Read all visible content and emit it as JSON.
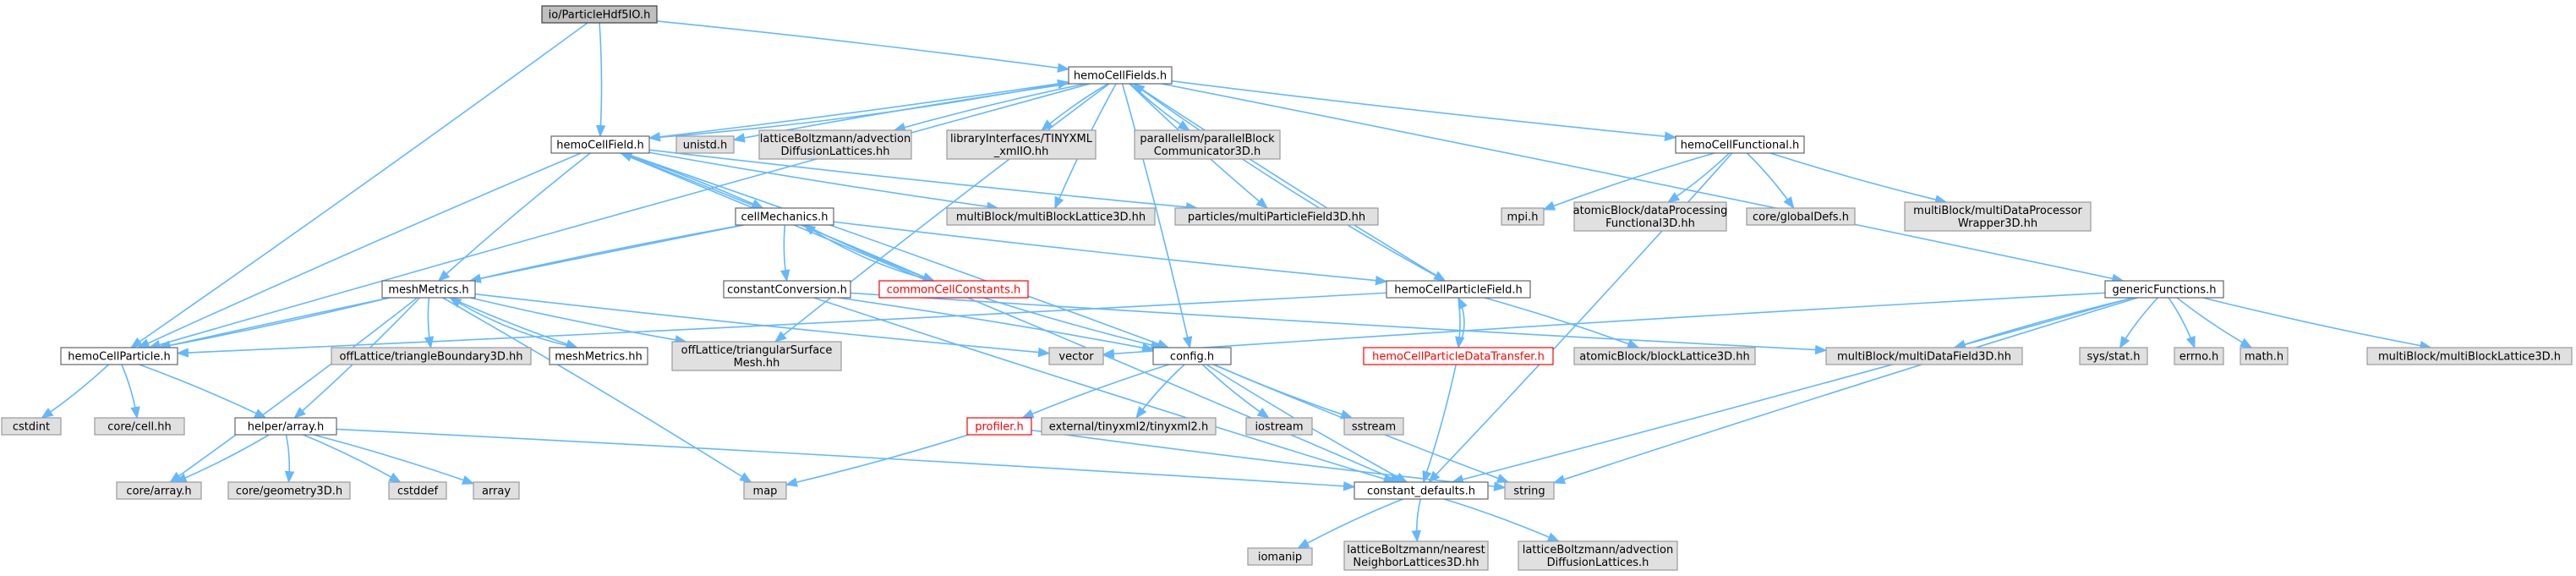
{
  "graph": {
    "colors": {
      "edge": "#63b8ff",
      "root_fill": "#bfbfbf",
      "root_stroke": "#404040",
      "doc_fill": "#ffffff",
      "doc_stroke": "#666666",
      "ext_fill": "#e0e0e0",
      "ext_stroke": "#999999",
      "red_stroke": "#ff0000",
      "red_text": "#ff0000",
      "text": "#000000"
    },
    "nodes": [
      {
        "id": "root",
        "lines": [
          "io/ParticleHdf5IO.h"
        ],
        "style": "root"
      },
      {
        "id": "hemoCellFields",
        "lines": [
          "hemoCellFields.h"
        ],
        "style": "doc"
      },
      {
        "id": "hemoCellField",
        "lines": [
          "hemoCellField.h"
        ],
        "style": "doc"
      },
      {
        "id": "unistd",
        "lines": [
          "unistd.h"
        ],
        "style": "ext"
      },
      {
        "id": "latticeBoltzmannAdvDiff",
        "lines": [
          "latticeBoltzmann/advection",
          "DiffusionLattices.hh"
        ],
        "style": "ext"
      },
      {
        "id": "tinyxmlIO",
        "lines": [
          "libraryInterfaces/TINYXML",
          "_xmlIO.hh"
        ],
        "style": "ext"
      },
      {
        "id": "parallelBlock",
        "lines": [
          "parallelism/parallelBlock",
          "Communicator3D.h"
        ],
        "style": "ext"
      },
      {
        "id": "hemoCellFunctional",
        "lines": [
          "hemoCellFunctional.h"
        ],
        "style": "doc"
      },
      {
        "id": "mpi",
        "lines": [
          "mpi.h"
        ],
        "style": "ext"
      },
      {
        "id": "atomicDataProcessing",
        "lines": [
          "atomicBlock/dataProcessing",
          "Functional3D.hh"
        ],
        "style": "ext"
      },
      {
        "id": "globalDefs",
        "lines": [
          "core/globalDefs.h"
        ],
        "style": "ext"
      },
      {
        "id": "multiDataProcessor",
        "lines": [
          "multiBlock/multiDataProcessor",
          "Wrapper3D.hh"
        ],
        "style": "ext"
      },
      {
        "id": "genericFunctions",
        "lines": [
          "genericFunctions.h"
        ],
        "style": "doc"
      },
      {
        "id": "multiBlockLattice3Dhh",
        "lines": [
          "multiBlock/multiBlockLattice3D.hh"
        ],
        "style": "ext"
      },
      {
        "id": "multiParticleField",
        "lines": [
          "particles/multiParticleField3D.hh"
        ],
        "style": "ext"
      },
      {
        "id": "cellMechanics",
        "lines": [
          "cellMechanics.h"
        ],
        "style": "doc"
      },
      {
        "id": "constantConversion",
        "lines": [
          "constantConversion.h"
        ],
        "style": "doc"
      },
      {
        "id": "commonCellConstants",
        "lines": [
          "commonCellConstants.h"
        ],
        "style": "red"
      },
      {
        "id": "meshMetrics",
        "lines": [
          "meshMetrics.h"
        ],
        "style": "doc"
      },
      {
        "id": "hemoCellParticleField",
        "lines": [
          "hemoCellParticleField.h"
        ],
        "style": "doc"
      },
      {
        "id": "hemoCellParticleDataTransfer",
        "lines": [
          "hemoCellParticleDataTransfer.h"
        ],
        "style": "red"
      },
      {
        "id": "atomicBlockLattice",
        "lines": [
          "atomicBlock/blockLattice3D.hh"
        ],
        "style": "ext"
      },
      {
        "id": "multiDataField",
        "lines": [
          "multiBlock/multiDataField3D.hh"
        ],
        "style": "ext"
      },
      {
        "id": "sysstat",
        "lines": [
          "sys/stat.h"
        ],
        "style": "ext"
      },
      {
        "id": "errno",
        "lines": [
          "errno.h"
        ],
        "style": "ext"
      },
      {
        "id": "math",
        "lines": [
          "math.h"
        ],
        "style": "ext"
      },
      {
        "id": "multiBlockLattice3Dh",
        "lines": [
          "multiBlock/multiBlockLattice3D.h"
        ],
        "style": "ext"
      },
      {
        "id": "hemoCellParticle",
        "lines": [
          "hemoCellParticle.h"
        ],
        "style": "doc"
      },
      {
        "id": "offLatticeTriangleBoundary",
        "lines": [
          "offLattice/triangleBoundary3D.hh"
        ],
        "style": "ext"
      },
      {
        "id": "meshMetricsHH",
        "lines": [
          "meshMetrics.hh"
        ],
        "style": "doc"
      },
      {
        "id": "offLatticeTriangularSurface",
        "lines": [
          "offLattice/triangularSurface",
          "Mesh.hh"
        ],
        "style": "ext"
      },
      {
        "id": "vector",
        "lines": [
          "vector"
        ],
        "style": "ext"
      },
      {
        "id": "config",
        "lines": [
          "config.h"
        ],
        "style": "doc"
      },
      {
        "id": "cstdint",
        "lines": [
          "cstdint"
        ],
        "style": "ext"
      },
      {
        "id": "coreCell",
        "lines": [
          "core/cell.hh"
        ],
        "style": "ext"
      },
      {
        "id": "helperArray",
        "lines": [
          "helper/array.h"
        ],
        "style": "doc"
      },
      {
        "id": "profiler",
        "lines": [
          "profiler.h"
        ],
        "style": "red"
      },
      {
        "id": "tinyxml2",
        "lines": [
          "external/tinyxml2/tinyxml2.h"
        ],
        "style": "ext"
      },
      {
        "id": "iostream",
        "lines": [
          "iostream"
        ],
        "style": "ext"
      },
      {
        "id": "sstream",
        "lines": [
          "sstream"
        ],
        "style": "ext"
      },
      {
        "id": "coreArray",
        "lines": [
          "core/array.h"
        ],
        "style": "ext"
      },
      {
        "id": "coreGeometry",
        "lines": [
          "core/geometry3D.h"
        ],
        "style": "ext"
      },
      {
        "id": "cstddef",
        "lines": [
          "cstddef"
        ],
        "style": "ext"
      },
      {
        "id": "array",
        "lines": [
          "array"
        ],
        "style": "ext"
      },
      {
        "id": "map",
        "lines": [
          "map"
        ],
        "style": "ext"
      },
      {
        "id": "constantDefaults",
        "lines": [
          "constant_defaults.h"
        ],
        "style": "doc"
      },
      {
        "id": "string",
        "lines": [
          "string"
        ],
        "style": "ext"
      },
      {
        "id": "iomanip",
        "lines": [
          "iomanip"
        ],
        "style": "ext"
      },
      {
        "id": "nearestNeighbor",
        "lines": [
          "latticeBoltzmann/nearest",
          "NeighborLattices3D.hh"
        ],
        "style": "ext"
      },
      {
        "id": "advDiffLatticesH",
        "lines": [
          "latticeBoltzmann/advection",
          "DiffusionLattices.h"
        ],
        "style": "ext"
      }
    ],
    "edges": [
      [
        "root",
        "hemoCellFields"
      ],
      [
        "root",
        "hemoCellField"
      ],
      [
        "root",
        "hemoCellParticle"
      ],
      [
        "hemoCellFields",
        "hemoCellField"
      ],
      [
        "hemoCellFields",
        "unistd"
      ],
      [
        "hemoCellFields",
        "latticeBoltzmannAdvDiff"
      ],
      [
        "hemoCellFields",
        "tinyxmlIO"
      ],
      [
        "hemoCellFields",
        "parallelBlock"
      ],
      [
        "hemoCellFields",
        "hemoCellFunctional"
      ],
      [
        "hemoCellFields",
        "genericFunctions"
      ],
      [
        "hemoCellFields",
        "multiBlockLattice3Dhh"
      ],
      [
        "hemoCellFields",
        "multiParticleField"
      ],
      [
        "hemoCellFields",
        "hemoCellParticleField"
      ],
      [
        "hemoCellFields",
        "hemoCellParticle"
      ],
      [
        "hemoCellFields",
        "config"
      ],
      [
        "hemoCellFields",
        "offLatticeTriangularSurface"
      ],
      [
        "hemoCellField",
        "hemoCellFields"
      ],
      [
        "hemoCellField",
        "cellMechanics"
      ],
      [
        "hemoCellField",
        "meshMetrics"
      ],
      [
        "hemoCellField",
        "multiBlockLattice3Dhh"
      ],
      [
        "hemoCellField",
        "multiParticleField"
      ],
      [
        "hemoCellField",
        "hemoCellParticle"
      ],
      [
        "hemoCellField",
        "config"
      ],
      [
        "hemoCellField",
        "constantDefaults"
      ],
      [
        "cellMechanics",
        "constantConversion"
      ],
      [
        "cellMechanics",
        "commonCellConstants"
      ],
      [
        "cellMechanics",
        "meshMetrics"
      ],
      [
        "cellMechanics",
        "hemoCellParticleField"
      ],
      [
        "cellMechanics",
        "hemoCellParticle"
      ],
      [
        "commonCellConstants",
        "cellMechanics"
      ],
      [
        "commonCellConstants",
        "hemoCellField"
      ],
      [
        "commonCellConstants",
        "config"
      ],
      [
        "constantConversion",
        "config"
      ],
      [
        "constantConversion",
        "constantDefaults"
      ],
      [
        "constantConversion",
        "multiDataField"
      ],
      [
        "meshMetrics",
        "hemoCellParticle"
      ],
      [
        "meshMetrics",
        "offLatticeTriangleBoundary"
      ],
      [
        "meshMetrics",
        "meshMetricsHH"
      ],
      [
        "meshMetrics",
        "offLatticeTriangularSurface"
      ],
      [
        "meshMetrics",
        "vector"
      ],
      [
        "meshMetrics",
        "helperArray"
      ],
      [
        "meshMetrics",
        "coreArray"
      ],
      [
        "meshMetrics",
        "map"
      ],
      [
        "meshMetricsHH",
        "meshMetrics"
      ],
      [
        "hemoCellFunctional",
        "mpi"
      ],
      [
        "hemoCellFunctional",
        "atomicDataProcessing"
      ],
      [
        "hemoCellFunctional",
        "globalDefs"
      ],
      [
        "hemoCellFunctional",
        "multiDataProcessor"
      ],
      [
        "hemoCellFunctional",
        "constantDefaults"
      ],
      [
        "hemoCellParticleField",
        "hemoCellFields"
      ],
      [
        "hemoCellParticleField",
        "hemoCellParticleDataTransfer"
      ],
      [
        "hemoCellParticleField",
        "atomicBlockLattice"
      ],
      [
        "hemoCellParticleField",
        "hemoCellParticle"
      ],
      [
        "hemoCellParticleDataTransfer",
        "hemoCellParticleField"
      ],
      [
        "hemoCellParticleDataTransfer",
        "constantDefaults"
      ],
      [
        "genericFunctions",
        "vector"
      ],
      [
        "genericFunctions",
        "multiDataField"
      ],
      [
        "genericFunctions",
        "sysstat"
      ],
      [
        "genericFunctions",
        "errno"
      ],
      [
        "genericFunctions",
        "math"
      ],
      [
        "genericFunctions",
        "multiBlockLattice3Dh"
      ],
      [
        "genericFunctions",
        "constantDefaults"
      ],
      [
        "genericFunctions",
        "string"
      ],
      [
        "hemoCellParticle",
        "cstdint"
      ],
      [
        "hemoCellParticle",
        "coreCell"
      ],
      [
        "hemoCellParticle",
        "helperArray"
      ],
      [
        "helperArray",
        "coreArray"
      ],
      [
        "helperArray",
        "coreGeometry"
      ],
      [
        "helperArray",
        "cstddef"
      ],
      [
        "helperArray",
        "array"
      ],
      [
        "helperArray",
        "constantDefaults"
      ],
      [
        "config",
        "profiler"
      ],
      [
        "config",
        "tinyxml2"
      ],
      [
        "config",
        "iostream"
      ],
      [
        "config",
        "sstream"
      ],
      [
        "config",
        "constantDefaults"
      ],
      [
        "config",
        "string"
      ],
      [
        "profiler",
        "map"
      ],
      [
        "profiler",
        "string"
      ],
      [
        "constantDefaults",
        "iomanip"
      ],
      [
        "constantDefaults",
        "nearestNeighbor"
      ],
      [
        "constantDefaults",
        "advDiffLatticesH"
      ]
    ]
  }
}
